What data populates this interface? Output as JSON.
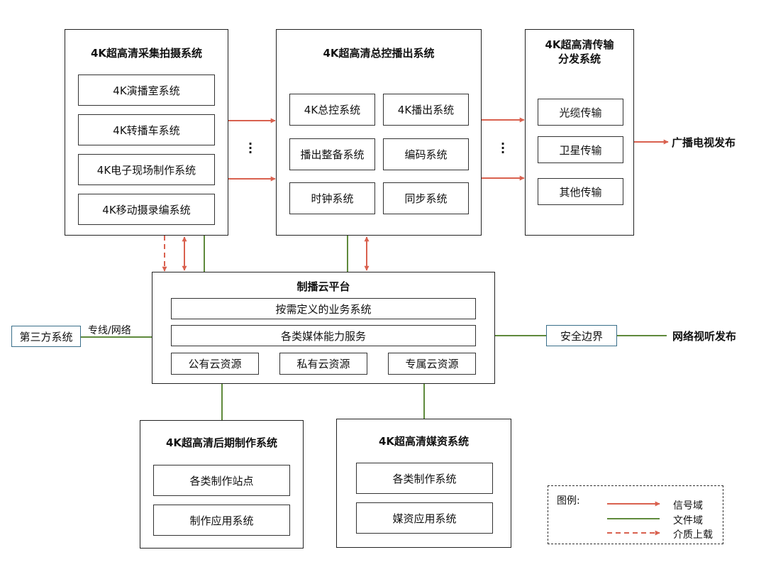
{
  "capture": {
    "title": "4K超高清采集拍摄系统",
    "items": [
      "4K演播室系统",
      "4K转播车系统",
      "4K电子现场制作系统",
      "4K移动摄录编系统"
    ]
  },
  "control": {
    "title": "4K超高清总控播出系统",
    "items": [
      "4K总控系统",
      "4K播出系统",
      "播出整备系统",
      "编码系统",
      "时钟系统",
      "同步系统"
    ]
  },
  "transmission": {
    "title_line1": "4K超高清传输",
    "title_line2": "分发系统",
    "items": [
      "光缆传输",
      "卫星传输",
      "其他传输"
    ]
  },
  "broadcast_release": "广播电视发布",
  "platform": {
    "title": "制播云平台",
    "rows": [
      "按需定义的业务系统",
      "各类媒体能力服务"
    ],
    "clouds": [
      "公有云资源",
      "私有云资源",
      "专属云资源"
    ]
  },
  "third_party": "第三方系统",
  "line_label": "专线/网络",
  "security_boundary": "安全边界",
  "network_release": "网络视听发布",
  "postproduction": {
    "title": "4K超高清后期制作系统",
    "items": [
      "各类制作站点",
      "制作应用系统"
    ]
  },
  "media_assets": {
    "title": "4K超高清媒资系统",
    "items": [
      "各类制作系统",
      "媒资应用系统"
    ]
  },
  "legend": {
    "title": "图例:",
    "items": [
      "信号域",
      "文件域",
      "介质上载"
    ]
  },
  "colors": {
    "signal": "#d9614f",
    "file": "#5f8a3c",
    "boundary": "#3a6f8a"
  }
}
